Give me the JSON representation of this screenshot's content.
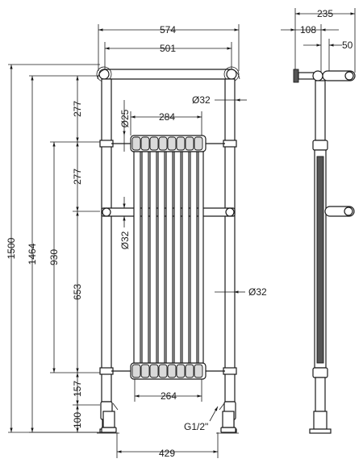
{
  "dimensions": {
    "width_overall": "574",
    "width_rail": "501",
    "depth_overall": "235",
    "depth_wall": "108",
    "depth_offset": "50",
    "height_overall": "1500",
    "height_rail": "1464",
    "height_centres": "930",
    "height_lower": "653",
    "height_top_rail": "277",
    "height_mid_rail": "277",
    "height_bottom_section": "157",
    "height_foot": "100",
    "diameter_tube_small": "Ø25",
    "diameter_top": "Ø32",
    "diameter_column": "Ø32",
    "diameter_leg": "Ø32",
    "width_radiator_top": "284",
    "width_radiator_bottom": "264",
    "width_leg_centres": "429",
    "thread_size": "G1/2\""
  },
  "colors": {
    "line": "#1a1a1a",
    "shade": "#d9d9d9",
    "background": "#ffffff"
  }
}
